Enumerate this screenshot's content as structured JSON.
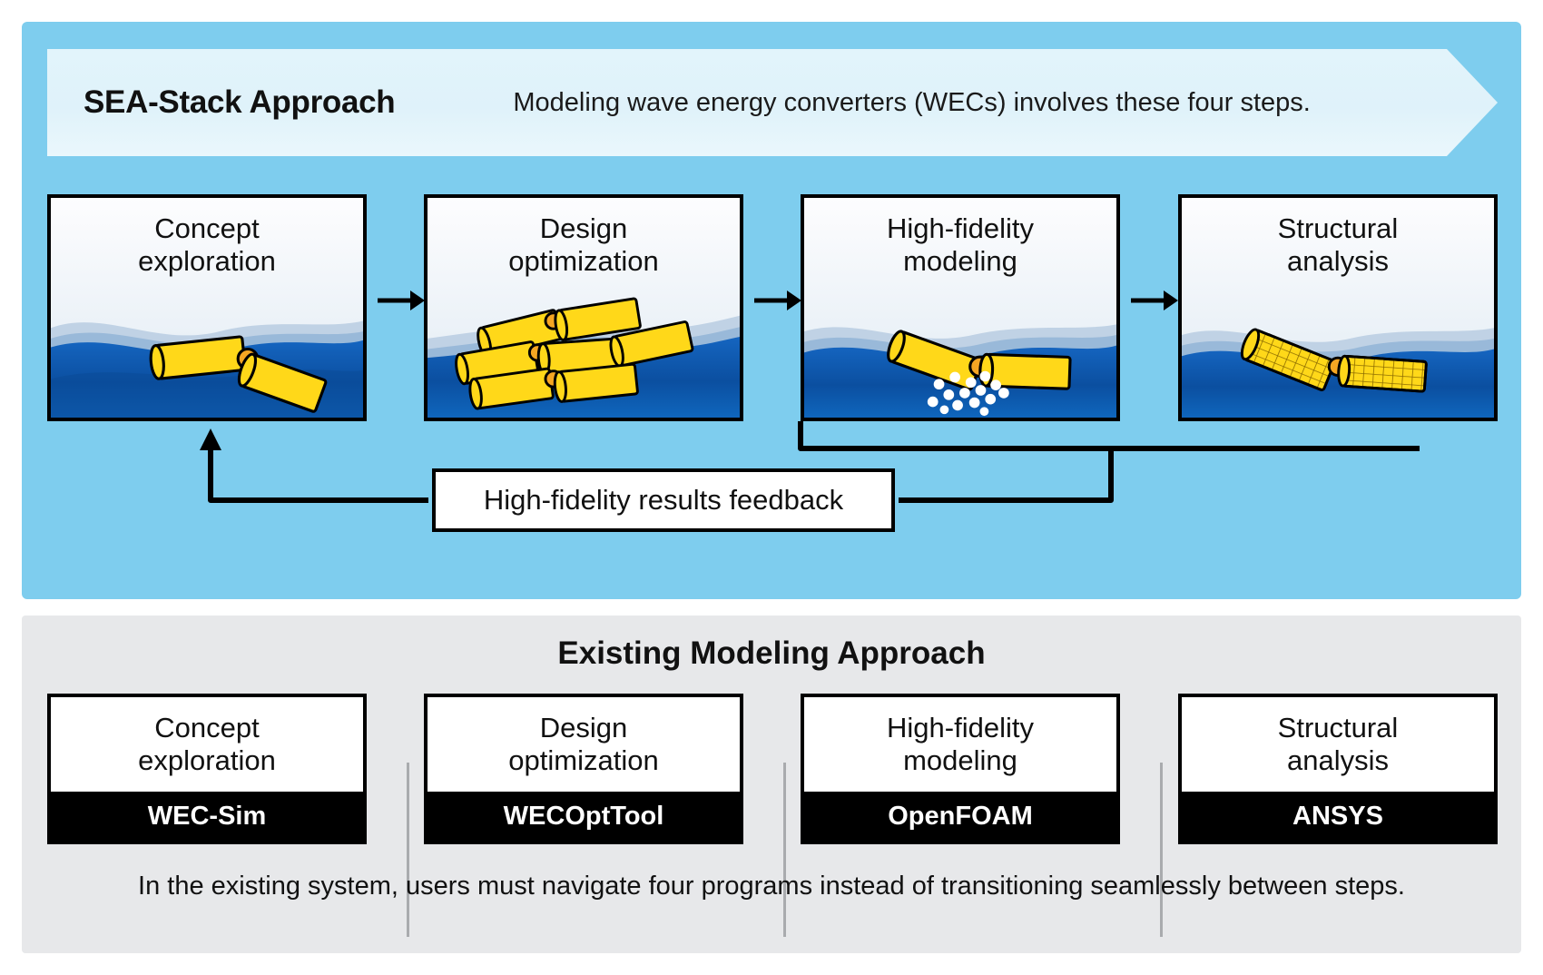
{
  "sea_section": {
    "banner": {
      "title": "SEA-Stack Approach",
      "subtitle": "Modeling wave energy converters (WECs) involves these four steps."
    },
    "steps": [
      {
        "line1": "Concept",
        "line2": "exploration",
        "art": "single-wec-on-wave"
      },
      {
        "line1": "Design",
        "line2": "optimization",
        "art": "many-wecs-on-wave"
      },
      {
        "line1": "High-fidelity",
        "line2": "modeling",
        "art": "wec-with-bubbles"
      },
      {
        "line1": "Structural",
        "line2": "analysis",
        "art": "wec-mesh"
      }
    ],
    "arrow_label": "flow-arrow",
    "feedback_label": "High-fidelity results feedback"
  },
  "existing_section": {
    "title": "Existing Modeling Approach",
    "tools": [
      {
        "line1": "Concept",
        "line2": "exploration",
        "software": "WEC-Sim"
      },
      {
        "line1": "Design",
        "line2": "optimization",
        "software": "WECOptTool"
      },
      {
        "line1": "High-fidelity",
        "line2": "modeling",
        "software": "OpenFOAM"
      },
      {
        "line1": "Structural",
        "line2": "analysis",
        "software": "ANSYS"
      }
    ],
    "caption": "In the existing system, users must navigate four programs instead of transitioning seamlessly between steps."
  },
  "colors": {
    "sea_background": "#7ecdee",
    "banner_background": "#e2f4fb",
    "existing_background": "#e7e8ea",
    "wec_yellow": "#ffd819",
    "wec_joint_orange": "#f5a623",
    "deep_water": "#0d4f9e",
    "mid_water": "#1b6fc4",
    "outline": "#000000",
    "software_band": "#000000"
  }
}
